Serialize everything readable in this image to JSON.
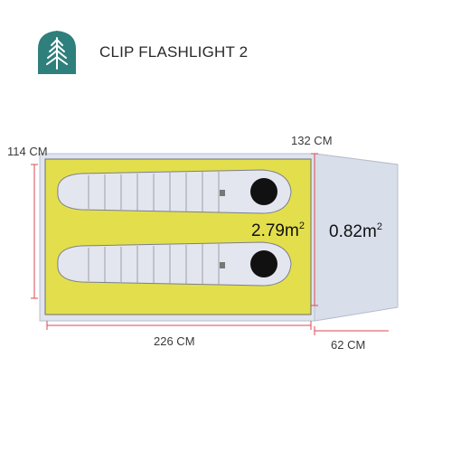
{
  "product": {
    "title": "CLIP FLASHLIGHT 2"
  },
  "dimensions": {
    "height": "114 CM",
    "width_top": "132 CM",
    "length": "226 CM",
    "vestibule_depth": "62 CM"
  },
  "areas": {
    "floor_value": "2.79m",
    "floor_exp": "2",
    "vestibule_value": "0.82m",
    "vestibule_exp": "2"
  },
  "colors": {
    "brand_teal": "#2f7f7c",
    "floor_fill": "#e3df4c",
    "tent_fill": "#dfe4ee",
    "dimension_line": "#d94a55"
  },
  "icons": [
    "tree-logo-icon",
    "sleeping-bag-icon"
  ]
}
